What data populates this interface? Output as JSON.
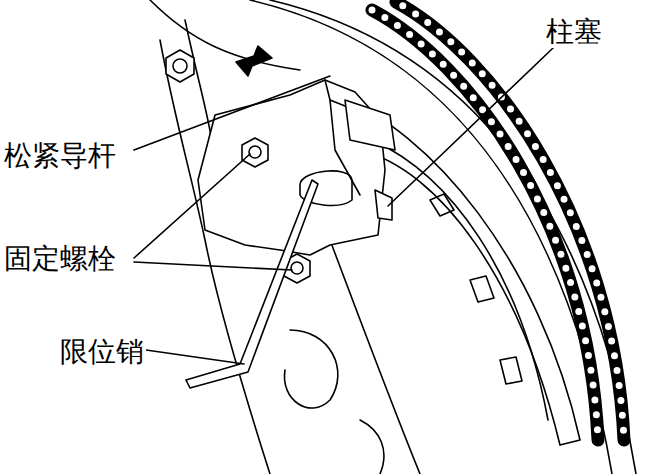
{
  "diagram": {
    "labels": [
      "柱塞",
      "松紧导杆",
      "固定螺栓",
      "限位销"
    ]
  }
}
